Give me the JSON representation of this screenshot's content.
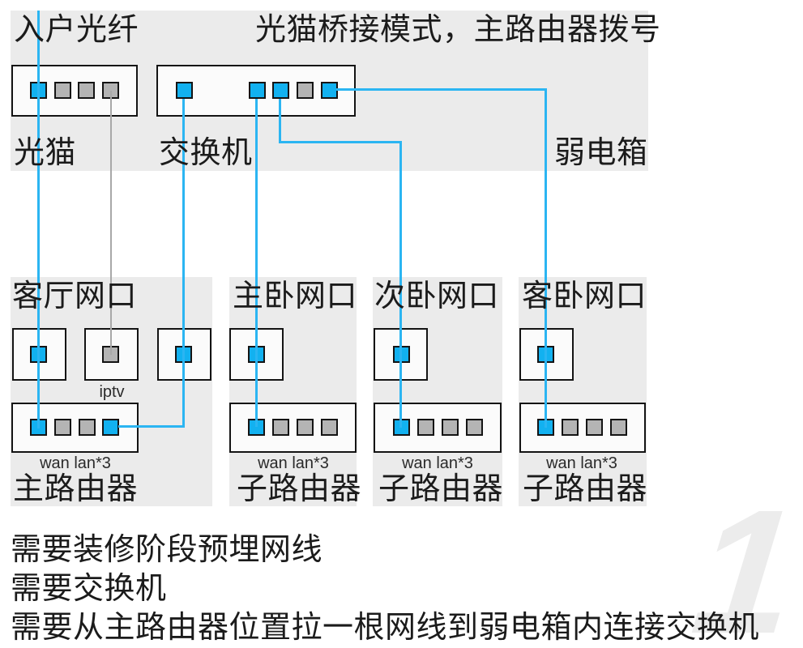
{
  "top": {
    "fiber_label": "入户光纤",
    "mode_label": "光猫桥接模式，主路由器拨号",
    "modem_label": "光猫",
    "switch_label": "交换机",
    "weak_box_label": "弱电箱",
    "modem_ports": [
      "blue",
      "gray",
      "gray",
      "gray"
    ],
    "switch_ports": [
      "blue",
      "blue",
      "blue",
      "gray",
      "blue"
    ]
  },
  "rooms": [
    {
      "label": "客厅网口",
      "iptv_label": "iptv",
      "jack_ports": [
        "blue",
        "gray",
        "blue"
      ],
      "router_caption": "wan lan*3",
      "router_label": "主路由器",
      "router_ports": [
        "blue",
        "gray",
        "gray",
        "blue"
      ]
    },
    {
      "label": "主卧网口",
      "jack_ports": [
        "blue"
      ],
      "router_caption": "wan lan*3",
      "router_label": "子路由器",
      "router_ports": [
        "blue",
        "gray",
        "gray",
        "gray"
      ]
    },
    {
      "label": "次卧网口",
      "jack_ports": [
        "blue"
      ],
      "router_caption": "wan lan*3",
      "router_label": "子路由器",
      "router_ports": [
        "blue",
        "gray",
        "gray",
        "gray"
      ]
    },
    {
      "label": "客卧网口",
      "jack_ports": [
        "blue"
      ],
      "router_caption": "wan lan*3",
      "router_label": "子路由器",
      "router_ports": [
        "blue",
        "gray",
        "gray",
        "gray"
      ]
    }
  ],
  "notes": [
    "需要装修阶段预埋网线",
    "需要交换机",
    "需要从主路由器位置拉一根网线到弱电箱内连接交换机"
  ],
  "watermark": "1",
  "colors": {
    "cable_blue": "#2bb5f2",
    "cable_gray": "#a8a8a8",
    "port_blue": "#12b1f0",
    "port_gray": "#b4b4b4",
    "panel_gray": "#ebebeb",
    "watermark_gray": "#ececec"
  }
}
